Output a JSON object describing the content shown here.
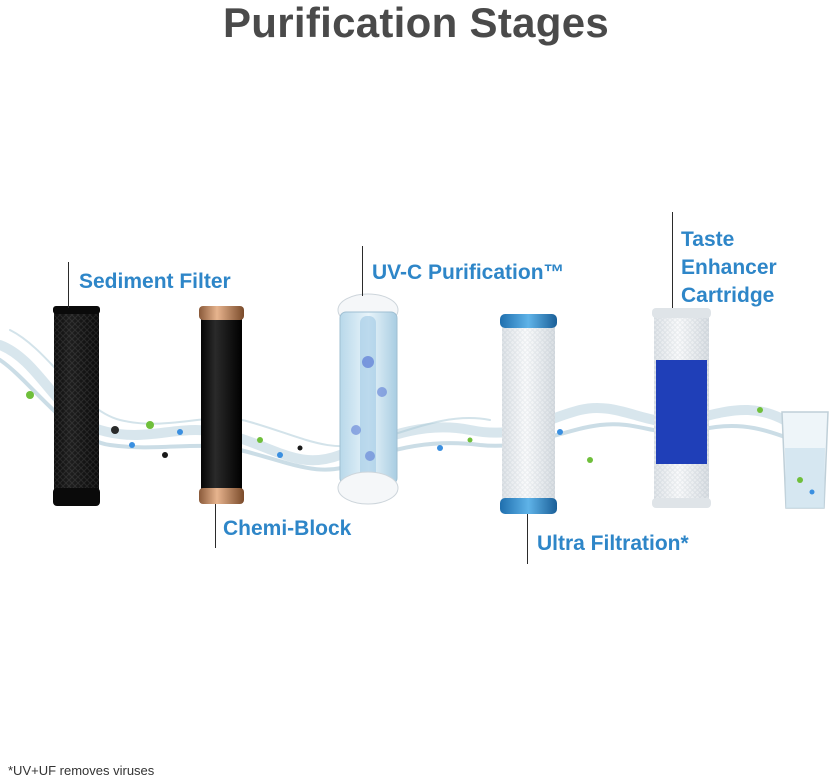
{
  "title": "Purification Stages",
  "stages": [
    {
      "label": "Sediment Filter",
      "icon": "sediment-cartridge-icon"
    },
    {
      "label": "Chemi-Block",
      "icon": "chemi-block-cartridge-icon"
    },
    {
      "label": "UV-C Purification™",
      "icon": "uv-chamber-icon"
    },
    {
      "label": "Ultra Filtration*",
      "icon": "uf-cartridge-icon"
    },
    {
      "label": "Taste\nEnhancer\nCartridge",
      "icon": "taste-enhancer-cartridge-icon"
    }
  ],
  "footnote": "*UV+UF removes viruses",
  "colors": {
    "accent": "#2e86c8",
    "title": "#4a4a4a",
    "water": "#9fc3d6"
  }
}
